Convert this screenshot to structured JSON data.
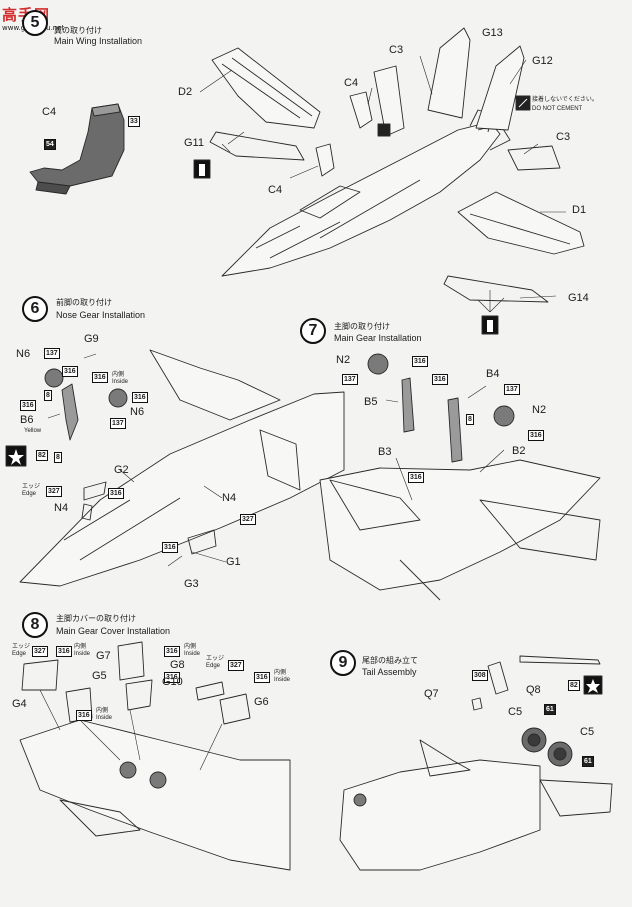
{
  "watermark": {
    "text": "高手网",
    "url": "www.gaoshou.net",
    "color": "#d42e2e"
  },
  "steps": [
    {
      "num": "5",
      "jp": "翼の取り付け",
      "en": "Main Wing Installation"
    },
    {
      "num": "6",
      "jp": "前脚の取り付け",
      "en": "Nose Gear Installation"
    },
    {
      "num": "7",
      "jp": "主脚の取り付け",
      "en": "Main Gear Installation"
    },
    {
      "num": "8",
      "jp": "主脚カバーの取り付け",
      "en": "Main Gear Cover Installation"
    },
    {
      "num": "9",
      "jp": "尾部の組み立て",
      "en": "Tail Assembly"
    }
  ],
  "parts5": {
    "c4a": "C4",
    "b33": "33",
    "b54": "54",
    "d2": "D2",
    "g11": "G11",
    "c4b": "C4",
    "c4c": "C4",
    "c3a": "C3",
    "g13": "G13",
    "g12": "G12",
    "c3b": "C3",
    "d1": "D1",
    "g14": "G14"
  },
  "no_cement": {
    "jp": "接着しないでください。",
    "en": "DO NOT CEMENT"
  },
  "parts6": {
    "n6a": "N6",
    "b137a": "137",
    "b316a": "316",
    "b8a": "8",
    "b316b": "316",
    "b6": "B6",
    "b8b": "8",
    "b82": "82",
    "g9": "G9",
    "b316c": "316",
    "b316d": "316",
    "n6b": "N6",
    "b137b": "137",
    "g2": "G2",
    "b327a": "327",
    "b316e": "316",
    "n4a": "N4",
    "n4b": "N4",
    "b327b": "327",
    "b316f": "316",
    "g1": "G1",
    "g3": "G3"
  },
  "notes6": {
    "inside_jp": "内側",
    "inside_en": "Inside",
    "edge_jp": "エッジ",
    "edge_en": "Edge",
    "yellow": "Yellow"
  },
  "parts7": {
    "n2a": "N2",
    "b316a": "316",
    "b137a": "137",
    "b316b": "316",
    "b4": "B4",
    "b5": "B5",
    "b8": "8",
    "b137b": "137",
    "n2b": "N2",
    "b316c": "316",
    "b3": "B3",
    "b2": "B2",
    "b316d": "316"
  },
  "parts8": {
    "b327a": "327",
    "b316a": "316",
    "g4": "G4",
    "g5": "G5",
    "b316b": "316",
    "g7": "G7",
    "b316c": "316",
    "g8": "G8",
    "b316d": "316",
    "b327b": "327",
    "g10": "G10",
    "b316e": "316",
    "g6": "G6"
  },
  "parts9": {
    "b308": "308",
    "q7": "Q7",
    "q8": "Q8",
    "b82": "82",
    "c5a": "C5",
    "b61a": "61",
    "c5b": "C5",
    "b61b": "61"
  }
}
